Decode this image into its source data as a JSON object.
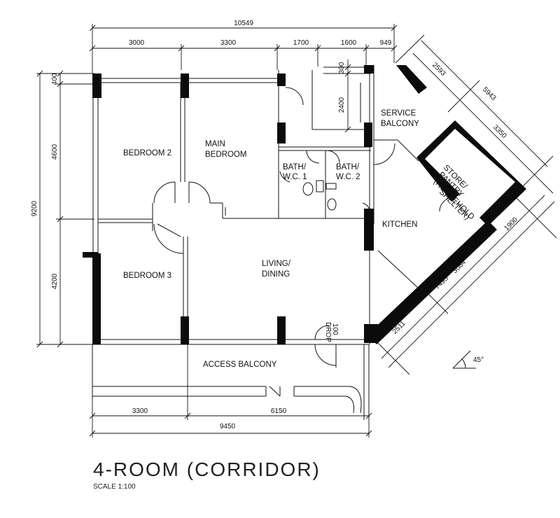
{
  "title": "4-ROOM (CORRIDOR)",
  "scale": "SCALE  1:100",
  "rooms": {
    "bedroom2": "BEDROOM 2",
    "main_bedroom_1": "MAIN",
    "main_bedroom_2": "BEDROOM",
    "bedroom3": "BEDROOM 3",
    "living_1": "LIVING/",
    "living_2": "DINING",
    "bath1_1": "BATH/",
    "bath1_2": "W.C. 1",
    "bath2_1": "BATH/",
    "bath2_2": "W.C. 2",
    "service_1": "SERVICE",
    "service_2": "BALCONY",
    "kitchen": "KITCHEN",
    "store_1": "STORE/",
    "store_2": "PANTRY",
    "store_3": "(HOUSEHOLD",
    "store_4": "SHELTER)",
    "access_balcony": "ACCESS BALCONY",
    "drop_1": "100",
    "drop_2": "DROP"
  },
  "dimensions": {
    "top_total": "10549",
    "top_1": "3000",
    "top_2": "3300",
    "top_3": "1700",
    "top_4": "1600",
    "top_5": "949",
    "left_total": "9200",
    "left_1": "400",
    "left_2": "4600",
    "left_3": "4200",
    "inner_300": "300",
    "inner_2400": "2400",
    "diag_2593": "2593",
    "diag_5943": "5943",
    "diag_3350": "3350",
    "diag_1900": "1900",
    "diag_3084": "3084",
    "diag_7495": "7495",
    "diag_2511": "2511",
    "bottom_3300": "3300",
    "bottom_6150": "6150",
    "bottom_total": "9450"
  },
  "angle_label": "45°"
}
